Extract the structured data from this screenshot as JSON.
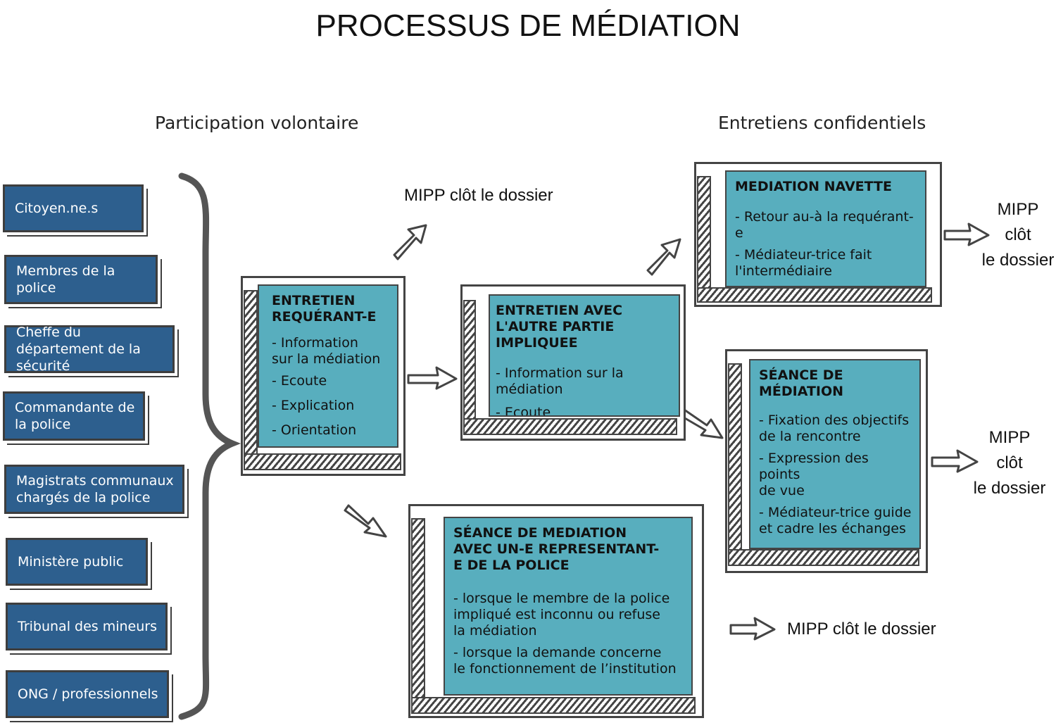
{
  "title": "PROCESSUS DE MÉDIATION",
  "labels": {
    "left": "Participation volontaire",
    "right": "Entretiens confidentiels"
  },
  "sources": [
    "Citoyen.ne.s",
    "Membres de la police",
    "Cheffe du département de la sécurité",
    "Commandante de la police",
    "Magistrats communaux chargés de la police",
    "Ministère public",
    "Tribunal des mineurs",
    "ONG / professionnels"
  ],
  "boxes": {
    "requerant": {
      "title": "ENTRETIEN REQUÉRANT-E",
      "items": [
        "- Information\n  sur la médiation",
        "- Ecoute",
        "- Explication",
        "- Orientation"
      ]
    },
    "autre_partie": {
      "title": "ENTRETIEN AVEC L'AUTRE PARTIE IMPLIQUEE",
      "items": [
        "- Information sur la médiation",
        "- Ecoute"
      ]
    },
    "navette": {
      "title": "MEDIATION NAVETTE",
      "items": [
        "- Retour au-à la requérant-e",
        "- Médiateur-trice fait\n  l'intermédiaire"
      ]
    },
    "seance": {
      "title": "SÉANCE DE MÉDIATION",
      "items": [
        "- Fixation des objectifs\n  de la rencontre",
        "- Expression des points\n  de vue",
        "- Médiateur-trice guide\n  et cadre les échanges"
      ]
    },
    "representant": {
      "title": "SÉANCE DE MEDIATION AVEC UN-E REPRESENTANT-E DE LA POLICE",
      "items": [
        "- lorsque le membre de la police\n  impliqué est inconnu ou refuse\n  la médiation",
        "- lorsque la demande concerne\n  le fonctionnement de l’institution"
      ]
    }
  },
  "outcomes": {
    "top": "MIPP clôt le dossier",
    "navette": [
      "MIPP",
      "clôt",
      "le dossier"
    ],
    "seance": [
      "MIPP",
      "clôt",
      "le dossier"
    ],
    "representant": "MIPP clôt le dossier"
  },
  "colors": {
    "source_fill": "#2d5f8e",
    "teal_fill": "#58aebe",
    "outline": "#444444"
  }
}
